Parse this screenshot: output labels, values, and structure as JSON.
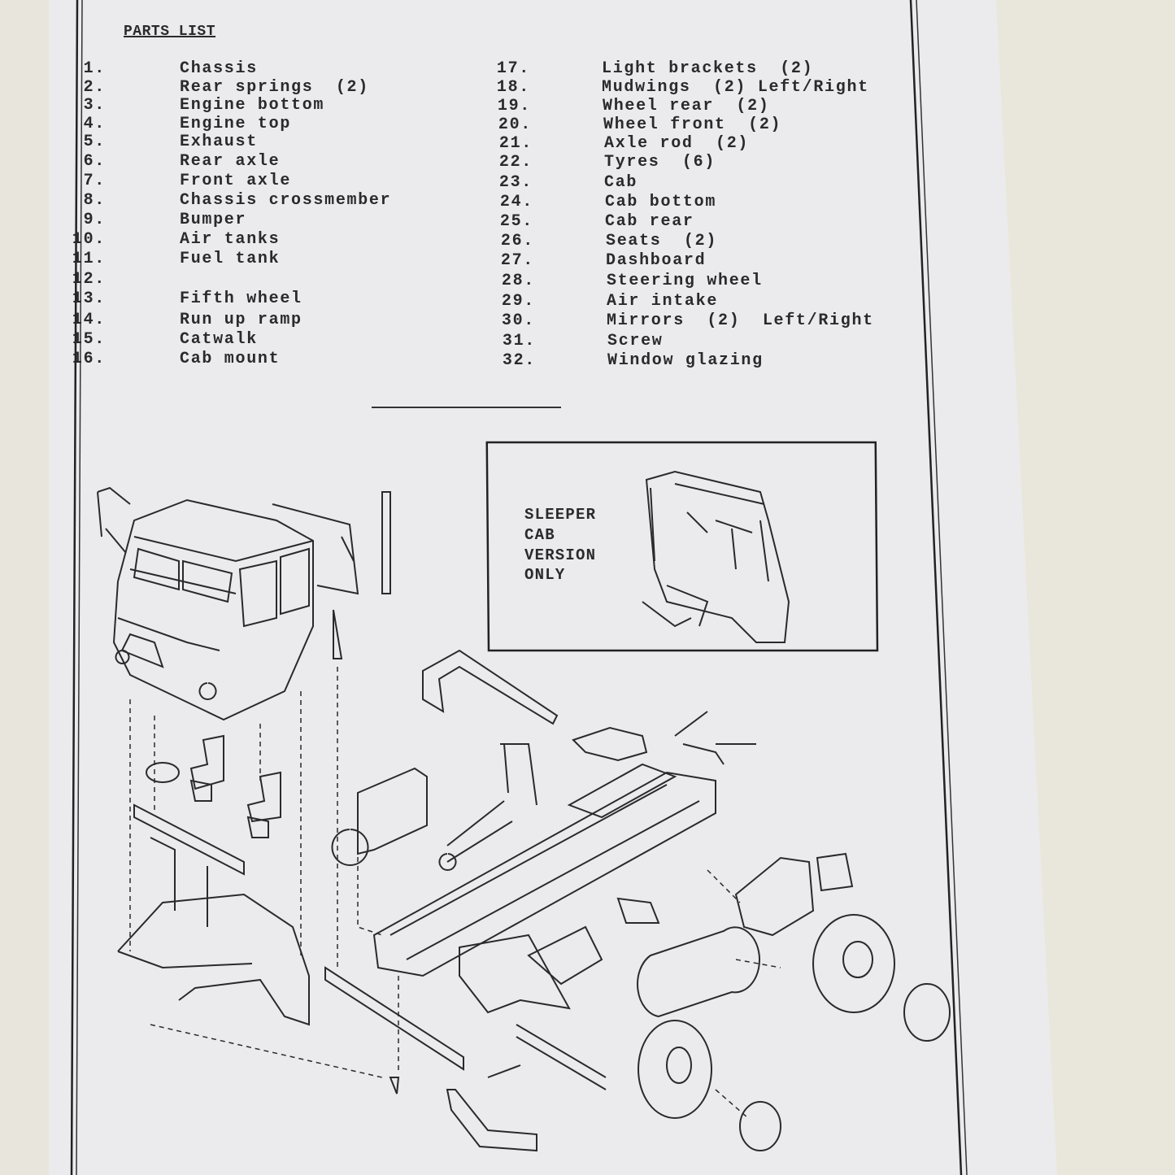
{
  "title": "PARTS LIST",
  "parts_left": [
    {
      "num": "1.",
      "name": "Chassis"
    },
    {
      "num": "2.",
      "name": "Rear springs  (2)"
    },
    {
      "num": "3.",
      "name": "Engine bottom"
    },
    {
      "num": "4.",
      "name": "Engine top"
    },
    {
      "num": "5.",
      "name": "Exhaust"
    },
    {
      "num": "6.",
      "name": "Rear axle"
    },
    {
      "num": "7.",
      "name": "Front axle"
    },
    {
      "num": "8.",
      "name": "Chassis crossmember"
    },
    {
      "num": "9.",
      "name": "Bumper"
    },
    {
      "num": "10.",
      "name": "Air tanks"
    },
    {
      "num": "11.",
      "name": "Fuel tank"
    },
    {
      "num": "12.",
      "name": ""
    },
    {
      "num": "13.",
      "name": "Fifth wheel"
    },
    {
      "num": "14.",
      "name": "Run up ramp"
    },
    {
      "num": "15.",
      "name": "Catwalk"
    },
    {
      "num": "16.",
      "name": "Cab mount"
    }
  ],
  "parts_right": [
    {
      "num": "17.",
      "name": "Light brackets  (2)"
    },
    {
      "num": "18.",
      "name": "Mudwings  (2) Left/Right"
    },
    {
      "num": "19.",
      "name": "Wheel rear  (2)"
    },
    {
      "num": "20.",
      "name": "Wheel front  (2)"
    },
    {
      "num": "21.",
      "name": "Axle rod  (2)"
    },
    {
      "num": "22.",
      "name": "Tyres  (6)"
    },
    {
      "num": "23.",
      "name": "Cab"
    },
    {
      "num": "24.",
      "name": "Cab bottom"
    },
    {
      "num": "25.",
      "name": "Cab rear"
    },
    {
      "num": "26.",
      "name": "Seats  (2)"
    },
    {
      "num": "27.",
      "name": "Dashboard"
    },
    {
      "num": "28.",
      "name": "Steering wheel"
    },
    {
      "num": "29.",
      "name": "Air intake"
    },
    {
      "num": "30.",
      "name": "Mirrors  (2)  Left/Right"
    },
    {
      "num": "31.",
      "name": "Screw"
    },
    {
      "num": "32.",
      "name": "Window glazing"
    }
  ],
  "sleeper_note": [
    "SLEEPER",
    "CAB",
    "VERSION",
    "ONLY"
  ]
}
